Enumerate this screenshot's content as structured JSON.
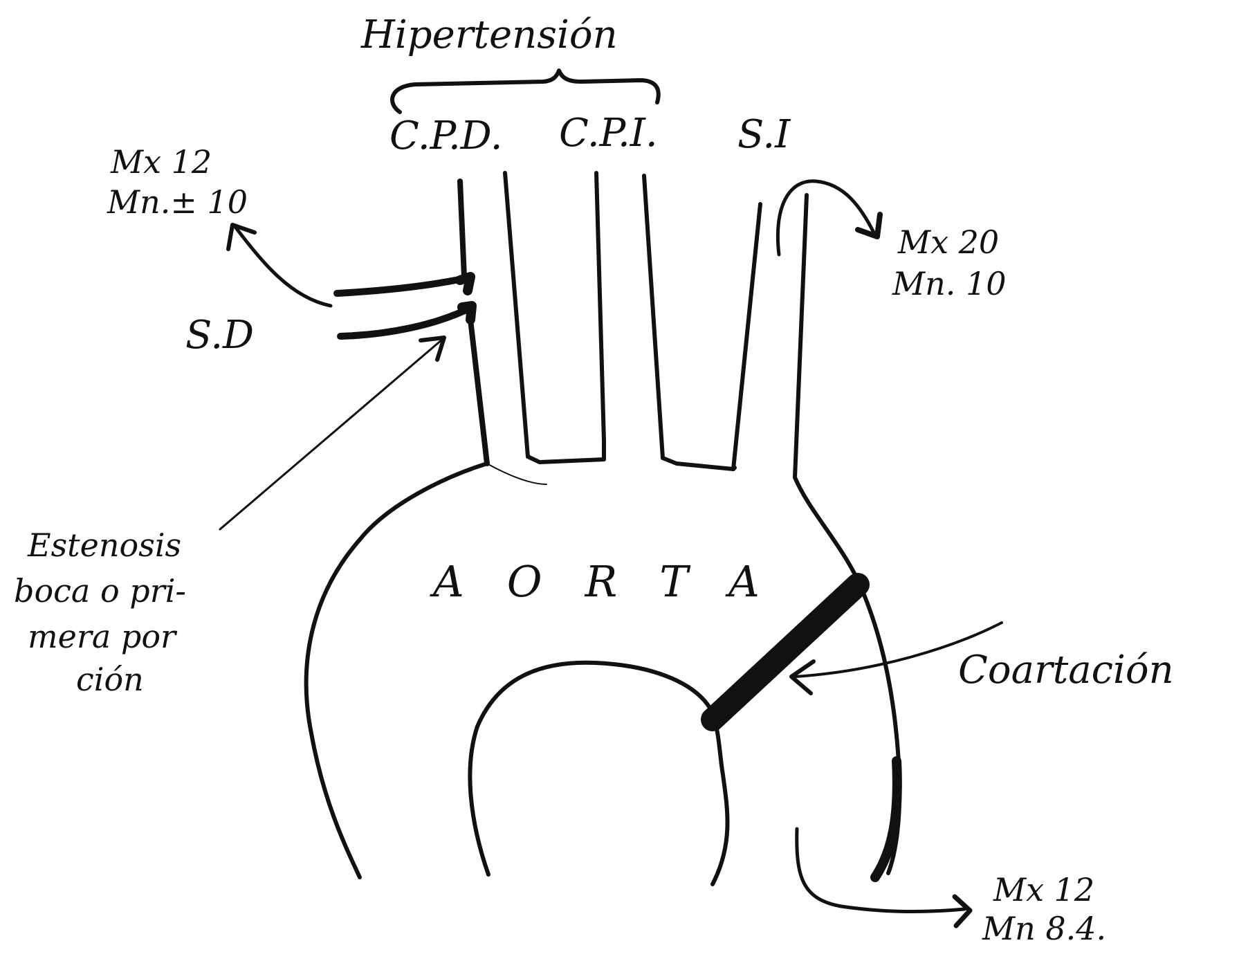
{
  "labels": {
    "hipertension": "Hipertensión",
    "cpd": "C.P.D.",
    "cpi": "C.P.I.",
    "si": "S.I",
    "sd": "S.D",
    "pressure_right_top": "Mx 12",
    "pressure_right_bottom": "Mn.± 10",
    "pressure_left_top": "Mx 20",
    "pressure_left_bottom": "Mn. 10",
    "aorta": "AORTA",
    "estenosis_1": "Estenosis",
    "estenosis_2": "boca o pri-",
    "estenosis_3": "mera por",
    "estenosis_4": "ción",
    "coartacion": "Coartación",
    "pressure_lower_top": "Mx 12",
    "pressure_lower_bottom": "Mn 8.4."
  },
  "colors": {
    "ink": "#111111",
    "paper": "#ffffff"
  }
}
